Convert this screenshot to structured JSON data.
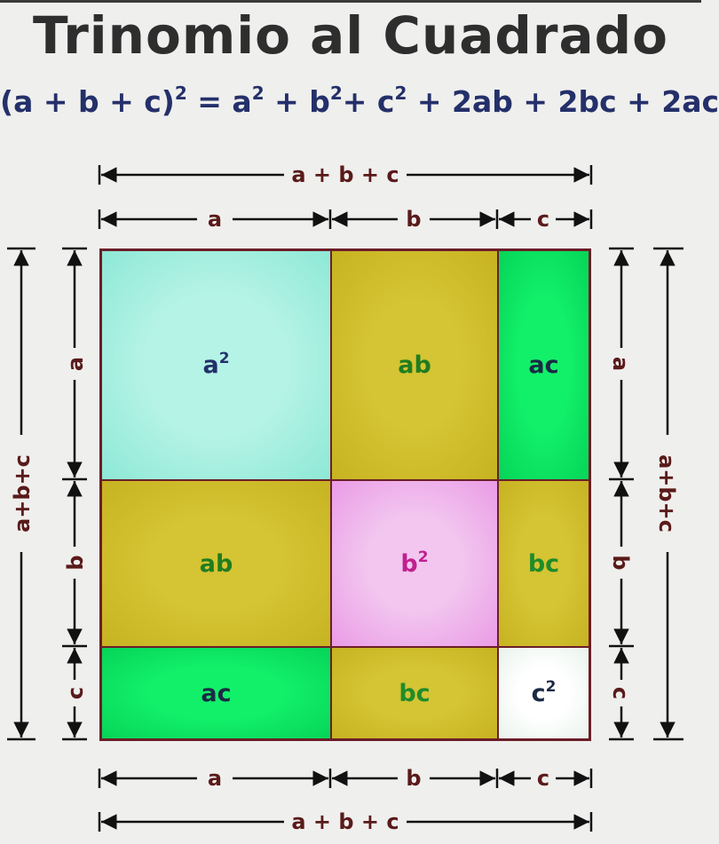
{
  "title": "Trinomio al Cuadrado",
  "formula": {
    "lhs": "(a + b + c)",
    "lhs_exp": "2",
    "eq": " = a",
    "t1_exp": "2",
    "t2": " + b",
    "t2_exp": "2",
    "t3": "+ c",
    "t3_exp": "2",
    "rest": " + 2ab + 2bc + 2ac"
  },
  "dimensions": {
    "total": "a + b + c",
    "total_vertical": "a+b+c",
    "a": "a",
    "b": "b",
    "c": "c"
  },
  "cells": {
    "r1c1_base": "a",
    "r1c1_exp": "2",
    "r1c2": "ab",
    "r1c3": "ac",
    "r2c1": "ab",
    "r2c2_base": "b",
    "r2c2_exp": "2",
    "r2c3": "bc",
    "r3c1": "ac",
    "r3c2": "bc",
    "r3c3_base": "c",
    "r3c3_exp": "2"
  },
  "colors": {
    "a_squared": "#b4f3e6",
    "ab": "#d5c433",
    "ac": "#12f06a",
    "b_squared": "#f2c6ef",
    "bc": "#d5c433",
    "c_squared": "#ffffff",
    "border": "#6b1e28",
    "arrows": "#111111"
  }
}
